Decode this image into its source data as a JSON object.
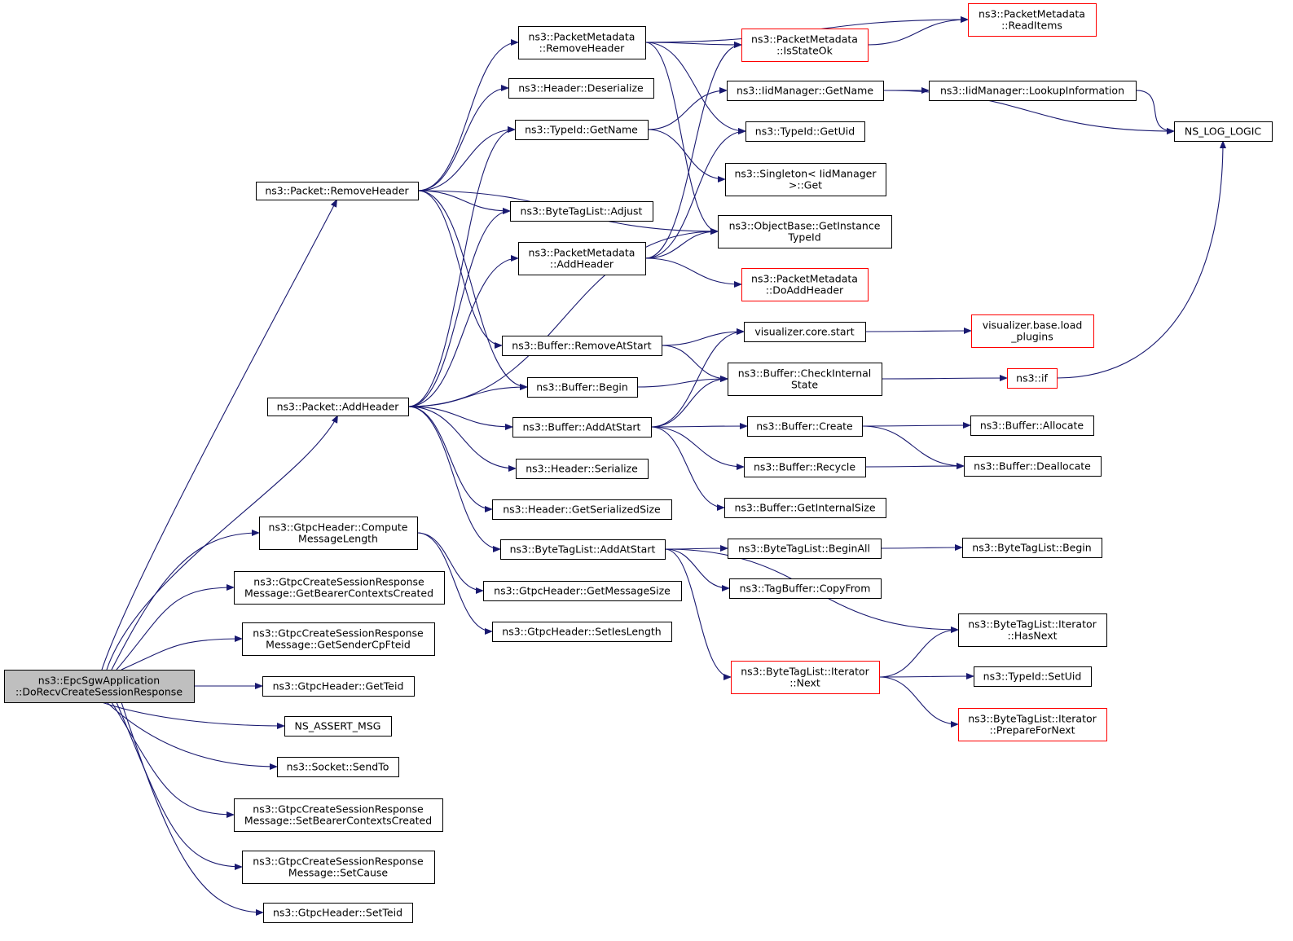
{
  "graph": {
    "nodes": [
      {
        "id": "root",
        "lines": [
          "ns3::EpcSgwApplication",
          "::DoRecvCreateSessionResponse"
        ],
        "style": "root"
      },
      {
        "id": "pkt_remove",
        "lines": [
          "ns3::Packet::RemoveHeader"
        ]
      },
      {
        "id": "pkt_add",
        "lines": [
          "ns3::Packet::AddHeader"
        ]
      },
      {
        "id": "gtpc_compute",
        "lines": [
          "ns3::GtpcHeader::Compute",
          "MessageLength"
        ]
      },
      {
        "id": "get_bearer",
        "lines": [
          "ns3::GtpcCreateSessionResponse",
          "Message::GetBearerContextsCreated"
        ]
      },
      {
        "id": "get_sender",
        "lines": [
          "ns3::GtpcCreateSessionResponse",
          "Message::GetSenderCpFteid"
        ]
      },
      {
        "id": "get_teid",
        "lines": [
          "ns3::GtpcHeader::GetTeid"
        ]
      },
      {
        "id": "assert_msg",
        "lines": [
          "NS_ASSERT_MSG"
        ]
      },
      {
        "id": "sendto",
        "lines": [
          "ns3::Socket::SendTo"
        ]
      },
      {
        "id": "set_bearer",
        "lines": [
          "ns3::GtpcCreateSessionResponse",
          "Message::SetBearerContextsCreated"
        ]
      },
      {
        "id": "set_cause",
        "lines": [
          "ns3::GtpcCreateSessionResponse",
          "Message::SetCause"
        ]
      },
      {
        "id": "set_teid",
        "lines": [
          "ns3::GtpcHeader::SetTeid"
        ]
      },
      {
        "id": "pm_remove",
        "lines": [
          "ns3::PacketMetadata",
          "::RemoveHeader"
        ]
      },
      {
        "id": "hdr_deser",
        "lines": [
          "ns3::Header::Deserialize"
        ]
      },
      {
        "id": "typeid_getname",
        "lines": [
          "ns3::TypeId::GetName"
        ]
      },
      {
        "id": "btl_adjust",
        "lines": [
          "ns3::ByteTagList::Adjust"
        ]
      },
      {
        "id": "pm_add",
        "lines": [
          "ns3::PacketMetadata",
          "::AddHeader"
        ]
      },
      {
        "id": "buf_removestart",
        "lines": [
          "ns3::Buffer::RemoveAtStart"
        ]
      },
      {
        "id": "buf_begin",
        "lines": [
          "ns3::Buffer::Begin"
        ]
      },
      {
        "id": "buf_addstart",
        "lines": [
          "ns3::Buffer::AddAtStart"
        ]
      },
      {
        "id": "hdr_ser",
        "lines": [
          "ns3::Header::Serialize"
        ]
      },
      {
        "id": "hdr_size",
        "lines": [
          "ns3::Header::GetSerializedSize"
        ]
      },
      {
        "id": "btl_addstart",
        "lines": [
          "ns3::ByteTagList::AddAtStart"
        ]
      },
      {
        "id": "gtpc_msgsize",
        "lines": [
          "ns3::GtpcHeader::GetMessageSize"
        ]
      },
      {
        "id": "gtpc_setieslen",
        "lines": [
          "ns3::GtpcHeader::SetIesLength"
        ]
      },
      {
        "id": "pm_isstateok",
        "lines": [
          "ns3::PacketMetadata",
          "::IsStateOk"
        ],
        "style": "red"
      },
      {
        "id": "iid_getname",
        "lines": [
          "ns3::IidManager::GetName"
        ]
      },
      {
        "id": "typeid_getuid",
        "lines": [
          "ns3::TypeId::GetUid"
        ]
      },
      {
        "id": "singleton_get",
        "lines": [
          "ns3::Singleton< IidManager",
          ">::Get"
        ]
      },
      {
        "id": "objbase_gettype",
        "lines": [
          "ns3::ObjectBase::GetInstance",
          "TypeId"
        ]
      },
      {
        "id": "pm_doadd",
        "lines": [
          "ns3::PacketMetadata",
          "::DoAddHeader"
        ],
        "style": "red"
      },
      {
        "id": "vis_core_start",
        "lines": [
          "visualizer.core.start"
        ]
      },
      {
        "id": "buf_checkstate",
        "lines": [
          "ns3::Buffer::CheckInternal",
          "State"
        ]
      },
      {
        "id": "buf_create",
        "lines": [
          "ns3::Buffer::Create"
        ]
      },
      {
        "id": "buf_recycle",
        "lines": [
          "ns3::Buffer::Recycle"
        ]
      },
      {
        "id": "buf_getsize",
        "lines": [
          "ns3::Buffer::GetInternalSize"
        ]
      },
      {
        "id": "btl_beginall",
        "lines": [
          "ns3::ByteTagList::BeginAll"
        ]
      },
      {
        "id": "tagbuf_copy",
        "lines": [
          "ns3::TagBuffer::CopyFrom"
        ]
      },
      {
        "id": "btl_iter_next",
        "lines": [
          "ns3::ByteTagList::Iterator",
          "::Next"
        ],
        "style": "red"
      },
      {
        "id": "pm_readitems",
        "lines": [
          "ns3::PacketMetadata",
          "::ReadItems"
        ],
        "style": "red"
      },
      {
        "id": "iid_lookup",
        "lines": [
          "ns3::IidManager::LookupInformation"
        ]
      },
      {
        "id": "ns_log_logic",
        "lines": [
          "NS_LOG_LOGIC"
        ]
      },
      {
        "id": "vis_base_load",
        "lines": [
          "visualizer.base.load",
          "_plugins"
        ],
        "style": "red"
      },
      {
        "id": "ns3_if",
        "lines": [
          "ns3::if"
        ],
        "style": "red"
      },
      {
        "id": "buf_allocate",
        "lines": [
          "ns3::Buffer::Allocate"
        ]
      },
      {
        "id": "buf_dealloc",
        "lines": [
          "ns3::Buffer::Deallocate"
        ]
      },
      {
        "id": "btl_begin",
        "lines": [
          "ns3::ByteTagList::Begin"
        ]
      },
      {
        "id": "btl_iter_hasnext",
        "lines": [
          "ns3::ByteTagList::Iterator",
          "::HasNext"
        ]
      },
      {
        "id": "typeid_setuid",
        "lines": [
          "ns3::TypeId::SetUid"
        ]
      },
      {
        "id": "btl_iter_prep",
        "lines": [
          "ns3::ByteTagList::Iterator",
          "::PrepareForNext"
        ],
        "style": "red"
      }
    ],
    "edges": [
      [
        "root",
        "pkt_remove"
      ],
      [
        "root",
        "pkt_add"
      ],
      [
        "root",
        "gtpc_compute"
      ],
      [
        "root",
        "get_bearer"
      ],
      [
        "root",
        "get_sender"
      ],
      [
        "root",
        "get_teid"
      ],
      [
        "root",
        "assert_msg"
      ],
      [
        "root",
        "sendto"
      ],
      [
        "root",
        "set_bearer"
      ],
      [
        "root",
        "set_cause"
      ],
      [
        "root",
        "set_teid"
      ],
      [
        "pkt_remove",
        "pm_remove"
      ],
      [
        "pkt_remove",
        "hdr_deser"
      ],
      [
        "pkt_remove",
        "typeid_getname"
      ],
      [
        "pkt_remove",
        "btl_adjust"
      ],
      [
        "pkt_remove",
        "objbase_gettype"
      ],
      [
        "pkt_remove",
        "buf_removestart"
      ],
      [
        "pkt_remove",
        "buf_begin"
      ],
      [
        "pkt_add",
        "typeid_getname"
      ],
      [
        "pkt_add",
        "btl_adjust"
      ],
      [
        "pkt_add",
        "pm_add"
      ],
      [
        "pkt_add",
        "objbase_gettype"
      ],
      [
        "pkt_add",
        "buf_begin"
      ],
      [
        "pkt_add",
        "buf_addstart"
      ],
      [
        "pkt_add",
        "hdr_ser"
      ],
      [
        "pkt_add",
        "hdr_size"
      ],
      [
        "pkt_add",
        "btl_addstart"
      ],
      [
        "gtpc_compute",
        "gtpc_msgsize"
      ],
      [
        "gtpc_compute",
        "gtpc_setieslen"
      ],
      [
        "pm_remove",
        "pm_readitems"
      ],
      [
        "pm_remove",
        "pm_isstateok"
      ],
      [
        "pm_remove",
        "typeid_getuid"
      ],
      [
        "pm_remove",
        "objbase_gettype"
      ],
      [
        "typeid_getname",
        "iid_getname"
      ],
      [
        "typeid_getname",
        "singleton_get"
      ],
      [
        "pm_add",
        "pm_isstateok"
      ],
      [
        "pm_add",
        "typeid_getuid"
      ],
      [
        "pm_add",
        "objbase_gettype"
      ],
      [
        "pm_add",
        "pm_doadd"
      ],
      [
        "buf_removestart",
        "vis_core_start"
      ],
      [
        "buf_removestart",
        "buf_checkstate"
      ],
      [
        "buf_begin",
        "buf_checkstate"
      ],
      [
        "buf_addstart",
        "vis_core_start"
      ],
      [
        "buf_addstart",
        "buf_checkstate"
      ],
      [
        "buf_addstart",
        "buf_create"
      ],
      [
        "buf_addstart",
        "buf_recycle"
      ],
      [
        "buf_addstart",
        "buf_getsize"
      ],
      [
        "btl_addstart",
        "btl_beginall"
      ],
      [
        "btl_addstart",
        "tagbuf_copy"
      ],
      [
        "btl_addstart",
        "btl_iter_hasnext"
      ],
      [
        "btl_addstart",
        "btl_iter_next"
      ],
      [
        "pm_isstateok",
        "pm_readitems"
      ],
      [
        "iid_getname",
        "iid_lookup"
      ],
      [
        "iid_getname",
        "ns_log_logic"
      ],
      [
        "iid_lookup",
        "ns_log_logic"
      ],
      [
        "vis_core_start",
        "vis_base_load"
      ],
      [
        "buf_checkstate",
        "ns3_if"
      ],
      [
        "ns3_if",
        "ns_log_logic"
      ],
      [
        "buf_create",
        "buf_allocate"
      ],
      [
        "buf_create",
        "buf_dealloc"
      ],
      [
        "buf_recycle",
        "buf_dealloc"
      ],
      [
        "btl_beginall",
        "btl_begin"
      ],
      [
        "btl_iter_next",
        "btl_iter_hasnext"
      ],
      [
        "btl_iter_next",
        "typeid_setuid"
      ],
      [
        "btl_iter_next",
        "btl_iter_prep"
      ]
    ]
  }
}
